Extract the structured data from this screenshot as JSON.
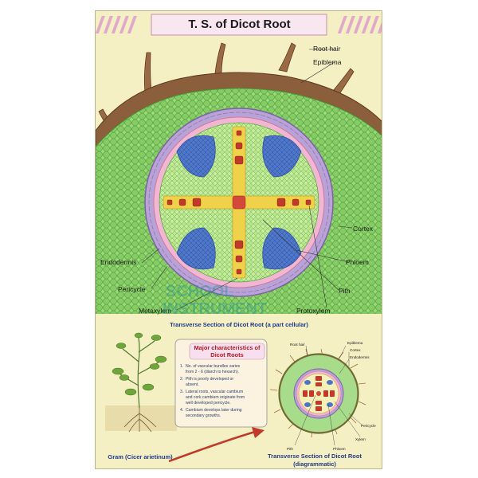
{
  "title": "T. S. of Dicot Root",
  "labels": {
    "root_hair": "Root hair",
    "epiblema": "Epiblema",
    "cortex": "Cortex",
    "endodermis": "Endodermis",
    "phloem": "Phloem",
    "pericycle": "Pericycle",
    "pith": "Pith",
    "metaxylem": "Metaxylem",
    "protoxylem": "Protoxylem"
  },
  "main_caption": "Transverse Section of Dicot Root (a part cellular)",
  "watermark": {
    "line1": "SCHOOL",
    "line2": "INSTRUMENT"
  },
  "characteristics": {
    "title_line1": "Major characteristics of",
    "title_line2": "Dicot Roots",
    "items": [
      {
        "num": "1.",
        "lines": [
          "No. of vascular bundles varies",
          "from 2 - 6 (diarch to hexarch)."
        ]
      },
      {
        "num": "2.",
        "lines": [
          "Pith is poorly developed or",
          "absent."
        ]
      },
      {
        "num": "3.",
        "lines": [
          "Lateral roots, vascular cambium",
          "and cork cambium originate from",
          "well developed pericycle."
        ]
      },
      {
        "num": "4.",
        "lines": [
          "Cambium develops later during",
          "secondary growths."
        ]
      }
    ]
  },
  "plant_caption": "Gram (Cicer arietinum)",
  "diagram_labels": {
    "root_hair": "Root hair",
    "epiblema": "Epiblema",
    "cortex": "Cortex",
    "endodermis": "Endodermis",
    "pericycle": "Pericycle",
    "xylem": "Xylem",
    "phloem": "Phloem",
    "pith": "Pith"
  },
  "diagram_caption_line1": "Transverse Section of Dicot Root",
  "diagram_caption_line2": "(diagrammatic)",
  "colors": {
    "background": "#f5efc4",
    "cortex": "#8ed36b",
    "epiblema": "#8b5e3c",
    "endodermis": "#a58bc4",
    "pericycle": "#f3b6d2",
    "phloem": "#4a74c9",
    "xylem": "#f0d24a",
    "xylem_core": "#c0392b",
    "caption": "#1f3c8a"
  }
}
